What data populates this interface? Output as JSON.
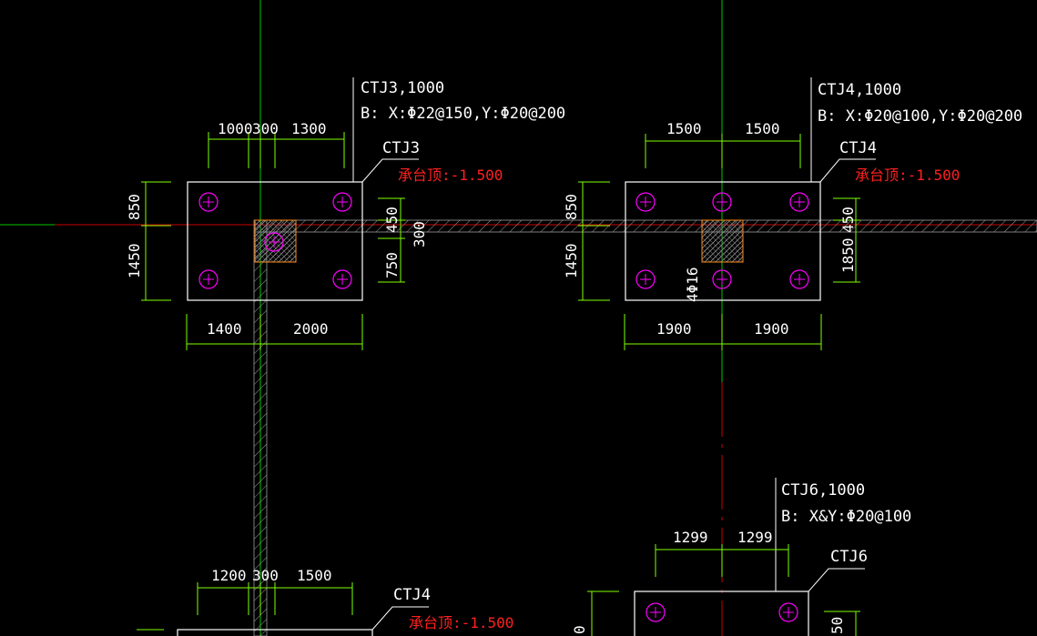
{
  "drawing": {
    "background": "#000000",
    "colors": {
      "outline": "#ffffff",
      "dimension": "#7fff00",
      "axis_green": "#00c800",
      "axis_red": "#c80000",
      "pile": "#ff00ff",
      "elevation_text": "#ff2020",
      "column_edge": "#ff8c1a",
      "hatch": "#9a9a9a"
    },
    "caps": [
      {
        "id": "ctj3",
        "spec_label": "CTJ3,1000",
        "rebar_label": "B: X:Φ22@150,Y:Φ20@200",
        "tag": "CTJ3",
        "elevation": "承台顶:-1.500",
        "dims_top": [
          "1000",
          "300",
          "1300"
        ],
        "dims_bottom": [
          "1400",
          "2000"
        ],
        "dims_left": [
          "850",
          "1450"
        ],
        "dims_right": [
          "450",
          "300",
          "750"
        ]
      },
      {
        "id": "ctj4-a",
        "spec_label": "CTJ4,1000",
        "rebar_label": "B: X:Φ20@100,Y:Φ20@200",
        "tag": "CTJ4",
        "elevation": "承台顶:-1.500",
        "dims_top": [
          "1500",
          "1500"
        ],
        "dims_bottom": [
          "1900",
          "1900"
        ],
        "dims_left": [
          "850",
          "1450"
        ],
        "dims_right": [
          "450",
          "1850"
        ],
        "column_rebar": "4Φ16"
      },
      {
        "id": "ctj6",
        "spec_label": "CTJ6,1000",
        "rebar_label": "B: X&Y:Φ20@100",
        "tag": "CTJ6",
        "dims_top": [
          "1299",
          "1299"
        ],
        "dims_right": [
          "50"
        ],
        "dims_left": [
          "0"
        ]
      },
      {
        "id": "ctj4-b",
        "tag": "CTJ4",
        "elevation": "承台顶:-1.500",
        "dims_top": [
          "1200",
          "300",
          "1500"
        ]
      }
    ]
  }
}
